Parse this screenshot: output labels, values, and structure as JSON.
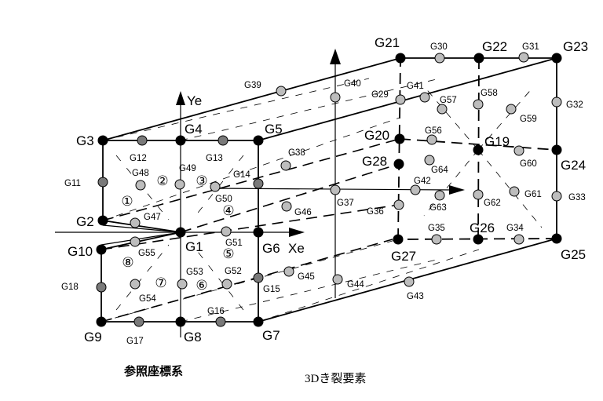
{
  "axes": {
    "ye": "Ye",
    "xe": "Xe"
  },
  "captions": {
    "left": "参照座標系",
    "right": "3Dき裂要素"
  },
  "colors": {
    "corner_node": "#000000",
    "edge_node_front": "#7a7a7a",
    "mid_node": "#bdbdbd",
    "line": "#000000"
  },
  "element_numbers": [
    "①",
    "②",
    "③",
    "④",
    "⑤",
    "⑥",
    "⑦",
    "⑧"
  ],
  "nodes": {
    "G1": "G1",
    "G2": "G2",
    "G3": "G3",
    "G4": "G4",
    "G5": "G5",
    "G6": "G6",
    "G7": "G7",
    "G8": "G8",
    "G9": "G9",
    "G10": "G10",
    "G11": "G11",
    "G12": "G12",
    "G13": "G13",
    "G14": "G14",
    "G15": "G15",
    "G16": "G16",
    "G17": "G17",
    "G18": "G18",
    "G19": "G19",
    "G20": "G20",
    "G21": "G21",
    "G22": "G22",
    "G23": "G23",
    "G24": "G24",
    "G25": "G25",
    "G26": "G26",
    "G27": "G27",
    "G28": "G28",
    "G29": "G29",
    "G30": "G30",
    "G31": "G31",
    "G32": "G32",
    "G33": "G33",
    "G34": "G34",
    "G35": "G35",
    "G36": "G36",
    "G37": "G37",
    "G38": "G38",
    "G39": "G39",
    "G40": "G40",
    "G41": "G41",
    "G42": "G42",
    "G43": "G43",
    "G44": "G44",
    "G45": "G45",
    "G46": "G46",
    "G47": "G47",
    "G48": "G48",
    "G49": "G49",
    "G50": "G50",
    "G51": "G51",
    "G52": "G52",
    "G53": "G53",
    "G54": "G54",
    "G55": "G55",
    "G56": "G56",
    "G57": "G57",
    "G58": "G58",
    "G59": "G59",
    "G60": "G60",
    "G61": "G61",
    "G62": "G62",
    "G63": "G63",
    "G64": "G64"
  }
}
